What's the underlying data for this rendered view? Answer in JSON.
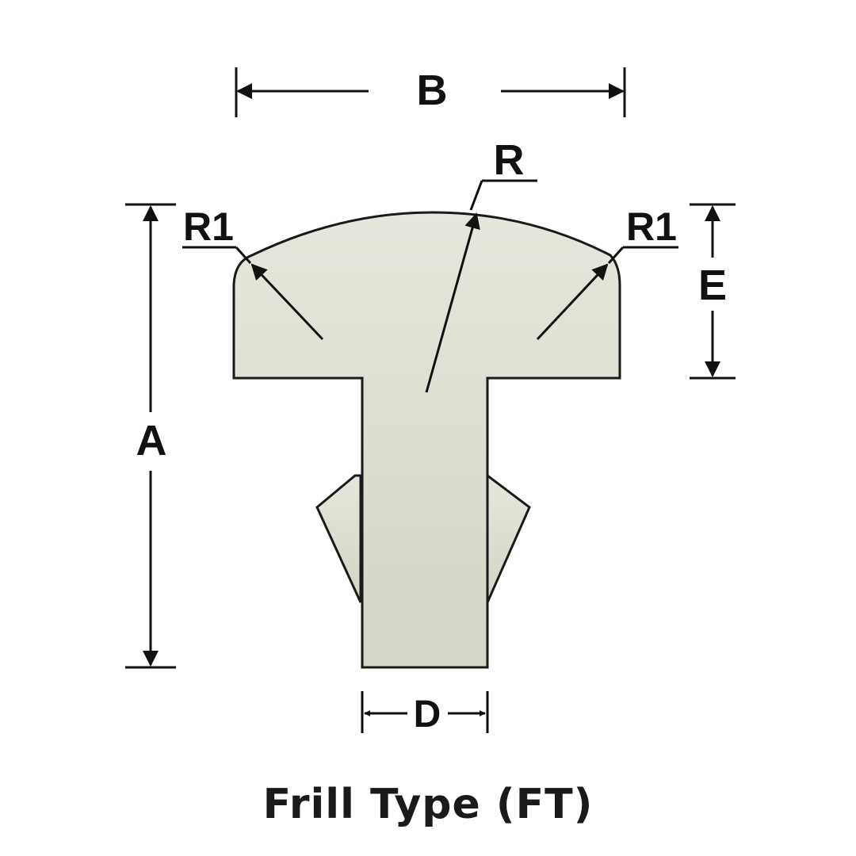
{
  "labels": {
    "b": "B",
    "r": "R",
    "r1_left": "R1",
    "r1_right": "R1",
    "e": "E",
    "a": "A",
    "d": "D"
  },
  "caption": "Frill Type (FT)",
  "colors": {
    "fill": "#dcdcd0",
    "stroke": "#1a1a1a",
    "dimension_line": "#111111"
  }
}
